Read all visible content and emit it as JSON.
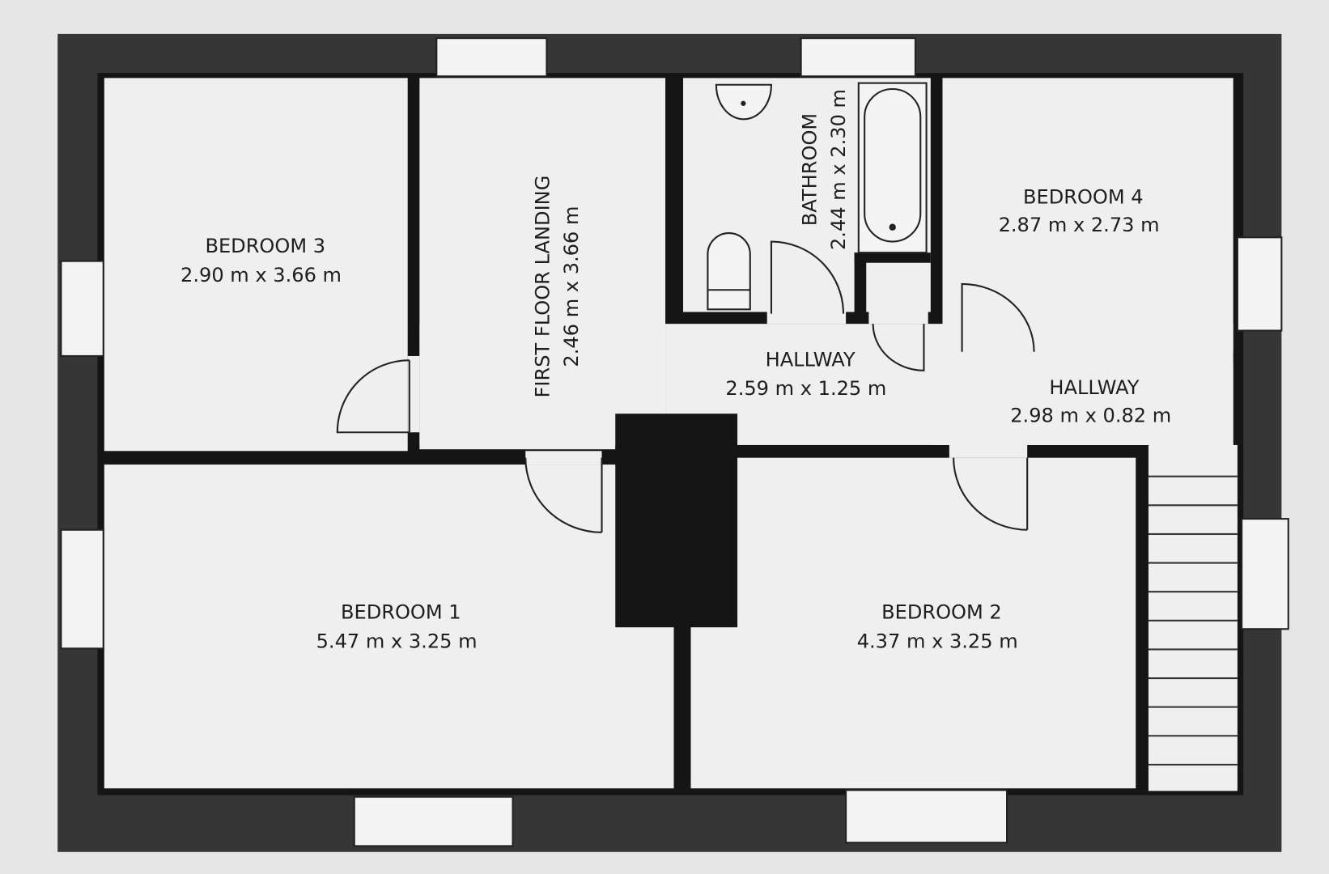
{
  "floorplan": {
    "rooms": [
      {
        "name": "BEDROOM 3",
        "dimensions": "2.90 m x 3.66 m"
      },
      {
        "name": "FIRST FLOOR LANDING",
        "dimensions": "2.46 m x 3.66 m"
      },
      {
        "name": "BATHROOM",
        "dimensions": "2.44 m x 2.30 m"
      },
      {
        "name": "BEDROOM 4",
        "dimensions": "2.87 m x 2.73 m"
      },
      {
        "name": "HALLWAY",
        "dimensions": "2.59 m x 1.25 m"
      },
      {
        "name": "HALLWAY",
        "dimensions": "2.98 m x 0.82 m"
      },
      {
        "name": "BEDROOM 1",
        "dimensions": "5.47 m x 3.25 m"
      },
      {
        "name": "BEDROOM 2",
        "dimensions": "4.37 m x 3.25 m"
      }
    ],
    "colors": {
      "wall": "#333333",
      "inner_wall": "#151515",
      "floor": "#efefef",
      "paper": "#e6e6e6"
    }
  }
}
